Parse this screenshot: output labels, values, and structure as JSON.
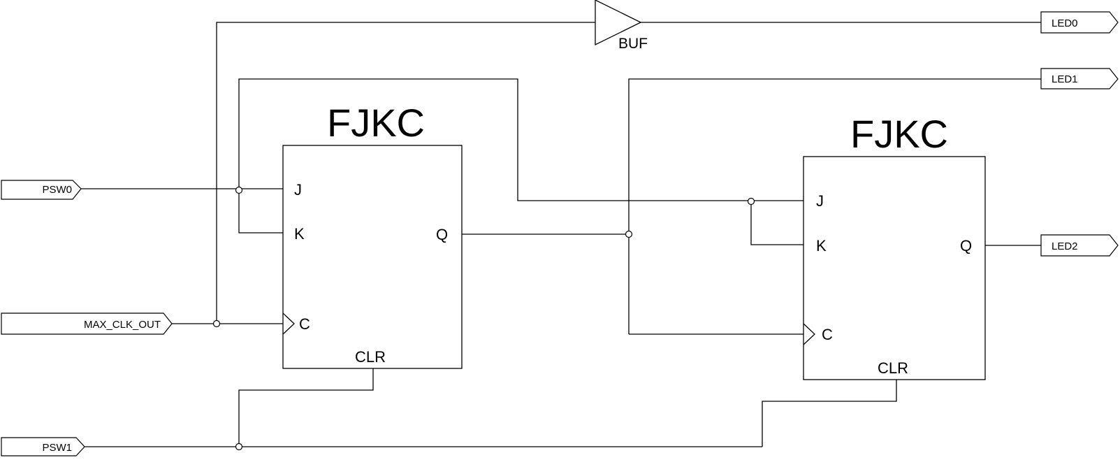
{
  "inputs": {
    "psw0": "PSW0",
    "clk": "MAX_CLK_OUT",
    "psw1": "PSW1"
  },
  "outputs": {
    "led0": "LED0",
    "led1": "LED1",
    "led2": "LED2"
  },
  "buffer": {
    "label": "BUF"
  },
  "flipflops": [
    {
      "type": "FJKC",
      "pins": {
        "j": "J",
        "k": "K",
        "c": "C",
        "q": "Q",
        "clr": "CLR"
      }
    },
    {
      "type": "FJKC",
      "pins": {
        "j": "J",
        "k": "K",
        "c": "C",
        "q": "Q",
        "clr": "CLR"
      }
    }
  ]
}
